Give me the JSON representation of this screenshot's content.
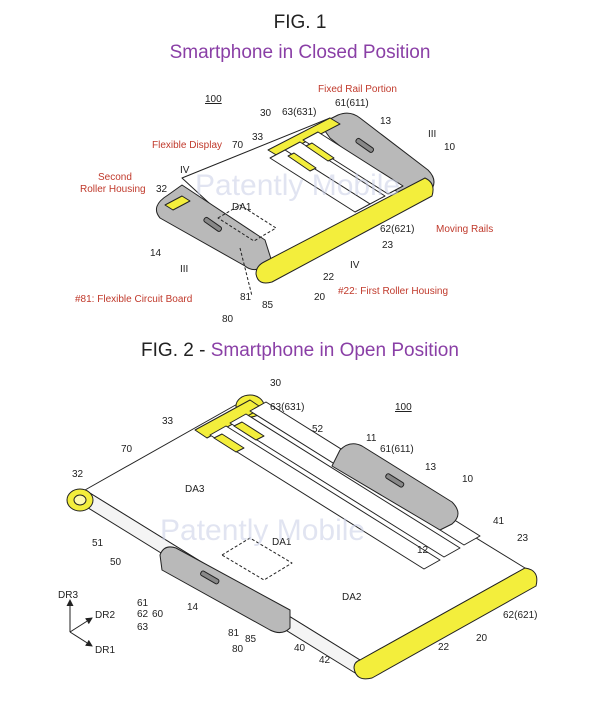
{
  "fig1": {
    "title": "FIG. 1",
    "subtitle": "Smartphone in Closed Position",
    "refs": {
      "device": "100",
      "fixed_rail_ref": "63(631)",
      "moving_rail_ref": "61(611)",
      "r30": "30",
      "r33": "33",
      "r13": "13",
      "r10": "10",
      "r70": "70",
      "r32": "32",
      "r14": "14",
      "r23": "23",
      "r22": "22",
      "r20": "20",
      "r81": "81",
      "r85": "85",
      "r80": "80",
      "rail_ref": "62(621)",
      "area": "DA1",
      "sec_III_a": "III",
      "sec_III_b": "III",
      "sec_IV_a": "IV",
      "sec_IV_b": "IV"
    },
    "annotations": {
      "fixed_rail": "Fixed Rail Portion",
      "flexible_display": "Flexible Display",
      "second_roller_1": "Second",
      "second_roller_2": "Roller Housing",
      "moving_rails": "Moving Rails",
      "flex_board": "#81: Flexible Circuit Board",
      "first_roller": "#22: First Roller Housing"
    }
  },
  "fig2": {
    "title": "FIG. 2 - ",
    "subtitle": "Smartphone in Open Position",
    "refs": {
      "r30": "30",
      "rail_a": "63(631)",
      "device": "100",
      "r33": "33",
      "r52": "52",
      "r11": "11",
      "rail_b": "61(611)",
      "r70": "70",
      "r13": "13",
      "r10": "10",
      "area3": "DA3",
      "r32": "32",
      "r41": "41",
      "r23": "23",
      "r51": "51",
      "area1": "DA1",
      "r12": "12",
      "r50": "50",
      "area2": "DA2",
      "r61": "61",
      "r62": "62",
      "r60": "60",
      "r63": "63",
      "r14": "14",
      "rail_c": "62(621)",
      "r81": "81",
      "r85": "85",
      "r80": "80",
      "r40": "40",
      "r42": "42",
      "r22": "22",
      "r20": "20",
      "axis_dr3": "DR3",
      "axis_dr2": "DR2",
      "axis_dr1": "DR1"
    }
  },
  "watermark": "Patently Mobile",
  "colors": {
    "accent": "#8a3fa6",
    "annotation": "#c0392b",
    "highlight": "#f3ee3c",
    "housing": "#b9b9b9"
  }
}
